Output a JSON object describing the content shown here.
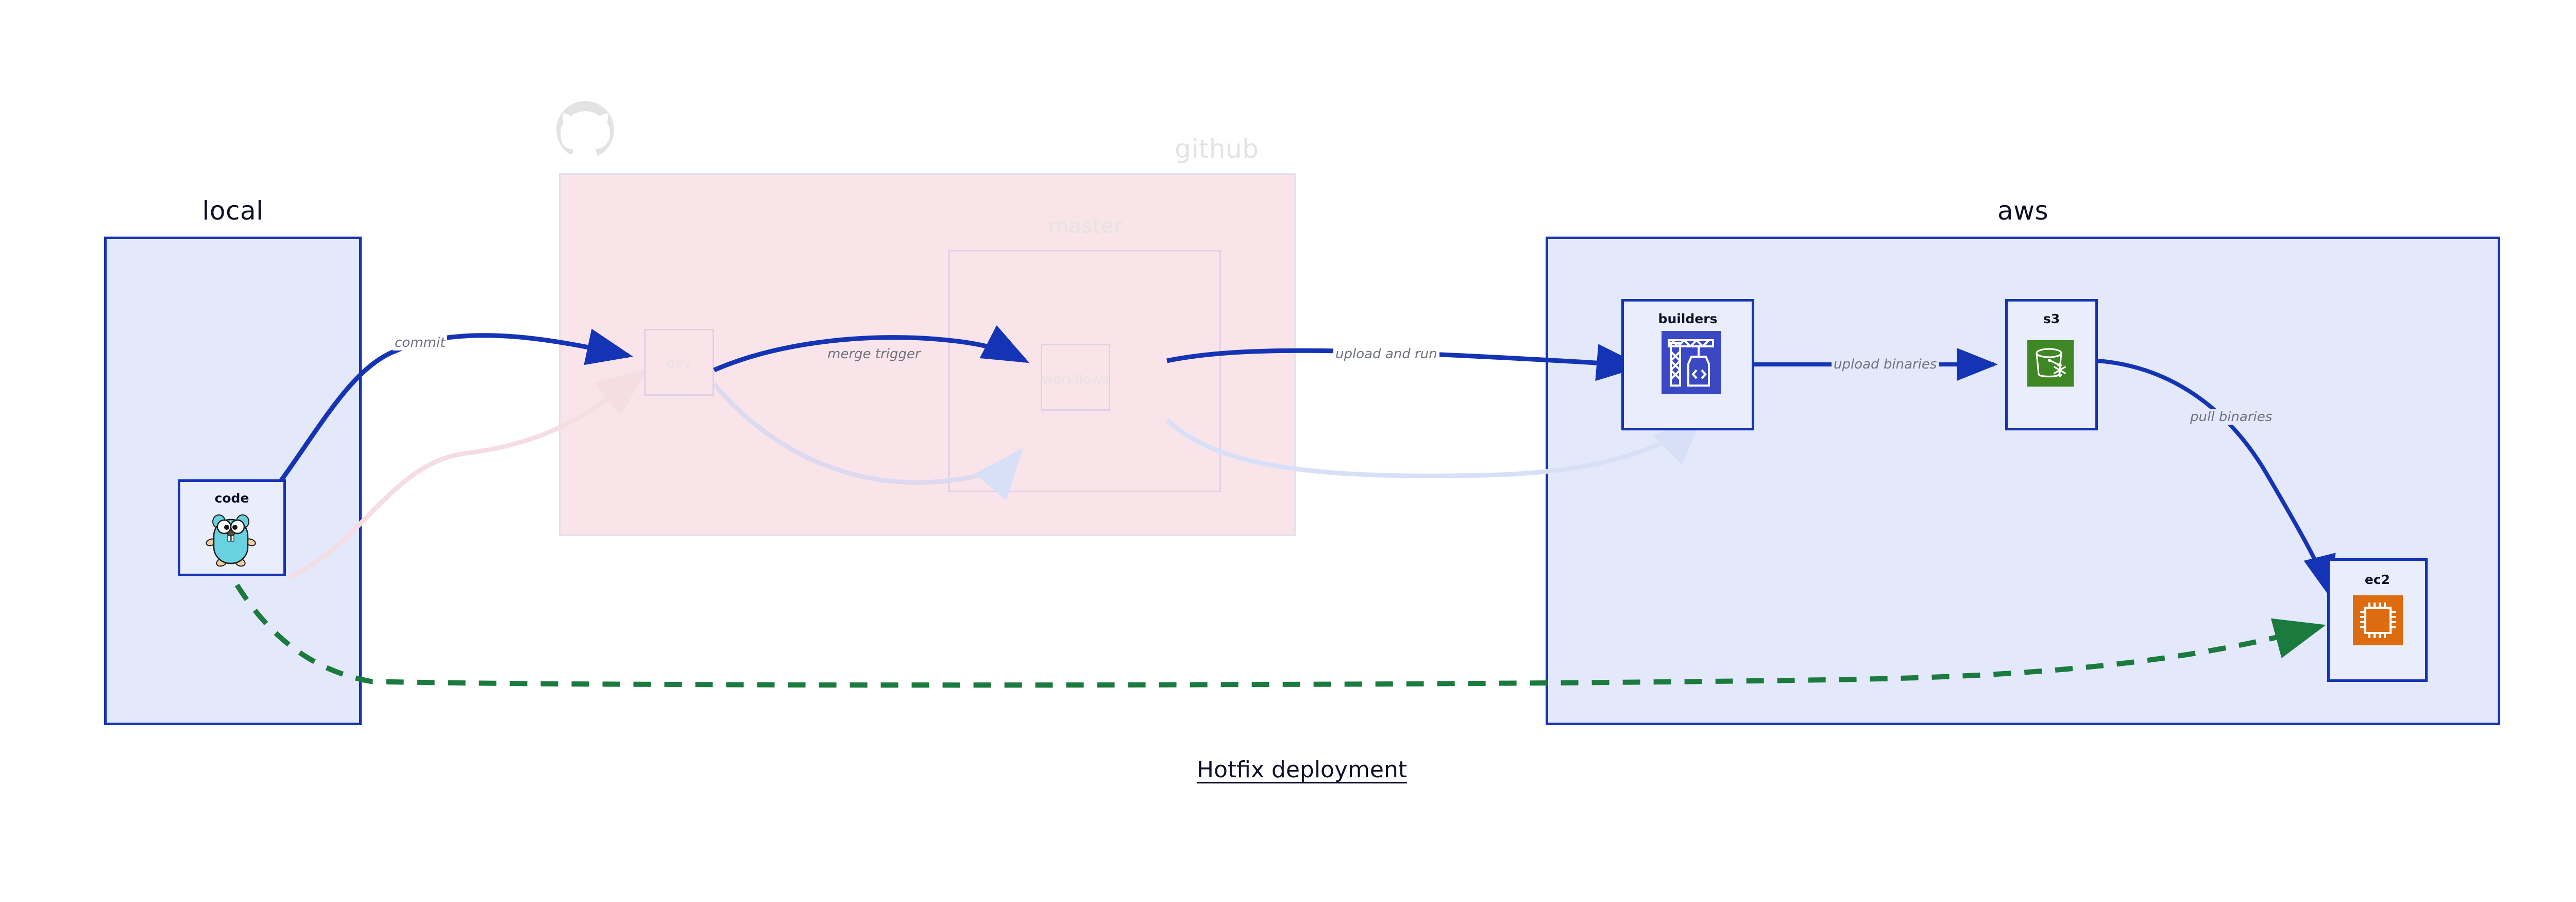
{
  "diagram": {
    "caption": "Hotfix deployment",
    "colors": {
      "primary_blue": "#1434b5",
      "container_blue_fill": "#e3e8fb",
      "node_blue_fill": "#eaeefc",
      "github_pink_fill": "#f9e4e9",
      "github_dim_text": "#e3e3e3",
      "green_dashed": "#1b7a3e",
      "aws_orange": "#dd6b10",
      "aws_green": "#3f8624",
      "codebuild_blue": "#3b48c3",
      "label_gray": "#6f7380",
      "title_navy": "#0d1026",
      "gopher_cyan": "#68d2e0"
    },
    "groups": [
      {
        "id": "local",
        "label": "local",
        "dim": false
      },
      {
        "id": "github",
        "label": "github",
        "dim": true
      },
      {
        "id": "aws",
        "label": "aws",
        "dim": false
      }
    ],
    "subgroups": [
      {
        "id": "master",
        "label": "master",
        "parent": "github",
        "dim": true
      }
    ],
    "nodes": [
      {
        "id": "code",
        "label": "code",
        "group": "local",
        "icon": "go-gopher-icon",
        "dim": false
      },
      {
        "id": "dev",
        "label": "dev",
        "group": "github",
        "icon": null,
        "dim": true
      },
      {
        "id": "workflows",
        "label": "workflows",
        "group": "master",
        "icon": null,
        "dim": true
      },
      {
        "id": "builders",
        "label": "builders",
        "group": "aws",
        "icon": "aws-codebuild-icon",
        "dim": false
      },
      {
        "id": "s3",
        "label": "s3",
        "group": "aws",
        "icon": "aws-s3-glacier-icon",
        "dim": false
      },
      {
        "id": "ec2",
        "label": "ec2",
        "group": "aws",
        "icon": "aws-ec2-icon",
        "dim": false
      }
    ],
    "edges": [
      {
        "id": "e-commit",
        "from": "code",
        "to": "dev",
        "label": "commit",
        "style": "solid",
        "color": "primary_blue",
        "emphasis": "strong"
      },
      {
        "id": "e-merge",
        "from": "dev",
        "to": "workflows",
        "label": "merge trigger",
        "style": "solid",
        "color": "primary_blue",
        "emphasis": "strong"
      },
      {
        "id": "e-upload-run",
        "from": "workflows",
        "to": "builders",
        "label": "upload and run",
        "style": "solid",
        "color": "primary_blue",
        "emphasis": "strong"
      },
      {
        "id": "e-upload-bin",
        "from": "builders",
        "to": "s3",
        "label": "upload binaries",
        "style": "solid",
        "color": "primary_blue",
        "emphasis": "strong"
      },
      {
        "id": "e-pull-bin",
        "from": "s3",
        "to": "ec2",
        "label": "pull binaries",
        "style": "solid",
        "color": "primary_blue",
        "emphasis": "strong"
      },
      {
        "id": "e-hotfix",
        "from": "code",
        "to": "ec2",
        "label": "",
        "style": "dashed",
        "color": "green_dashed",
        "emphasis": "strong"
      },
      {
        "id": "e-faded-code-dev",
        "from": "code",
        "to": "dev",
        "label": "",
        "style": "solid",
        "color": "github_pink_fill",
        "emphasis": "faded"
      },
      {
        "id": "e-faded-dev-workflows",
        "from": "dev",
        "to": "workflows",
        "label": "",
        "style": "solid",
        "color": "container_blue_fill",
        "emphasis": "faded"
      },
      {
        "id": "e-faded-wf-builders",
        "from": "workflows",
        "to": "builders",
        "label": "",
        "style": "solid",
        "color": "container_blue_fill",
        "emphasis": "faded"
      }
    ],
    "icons": {
      "github_logo": "github-octocat-icon"
    }
  }
}
